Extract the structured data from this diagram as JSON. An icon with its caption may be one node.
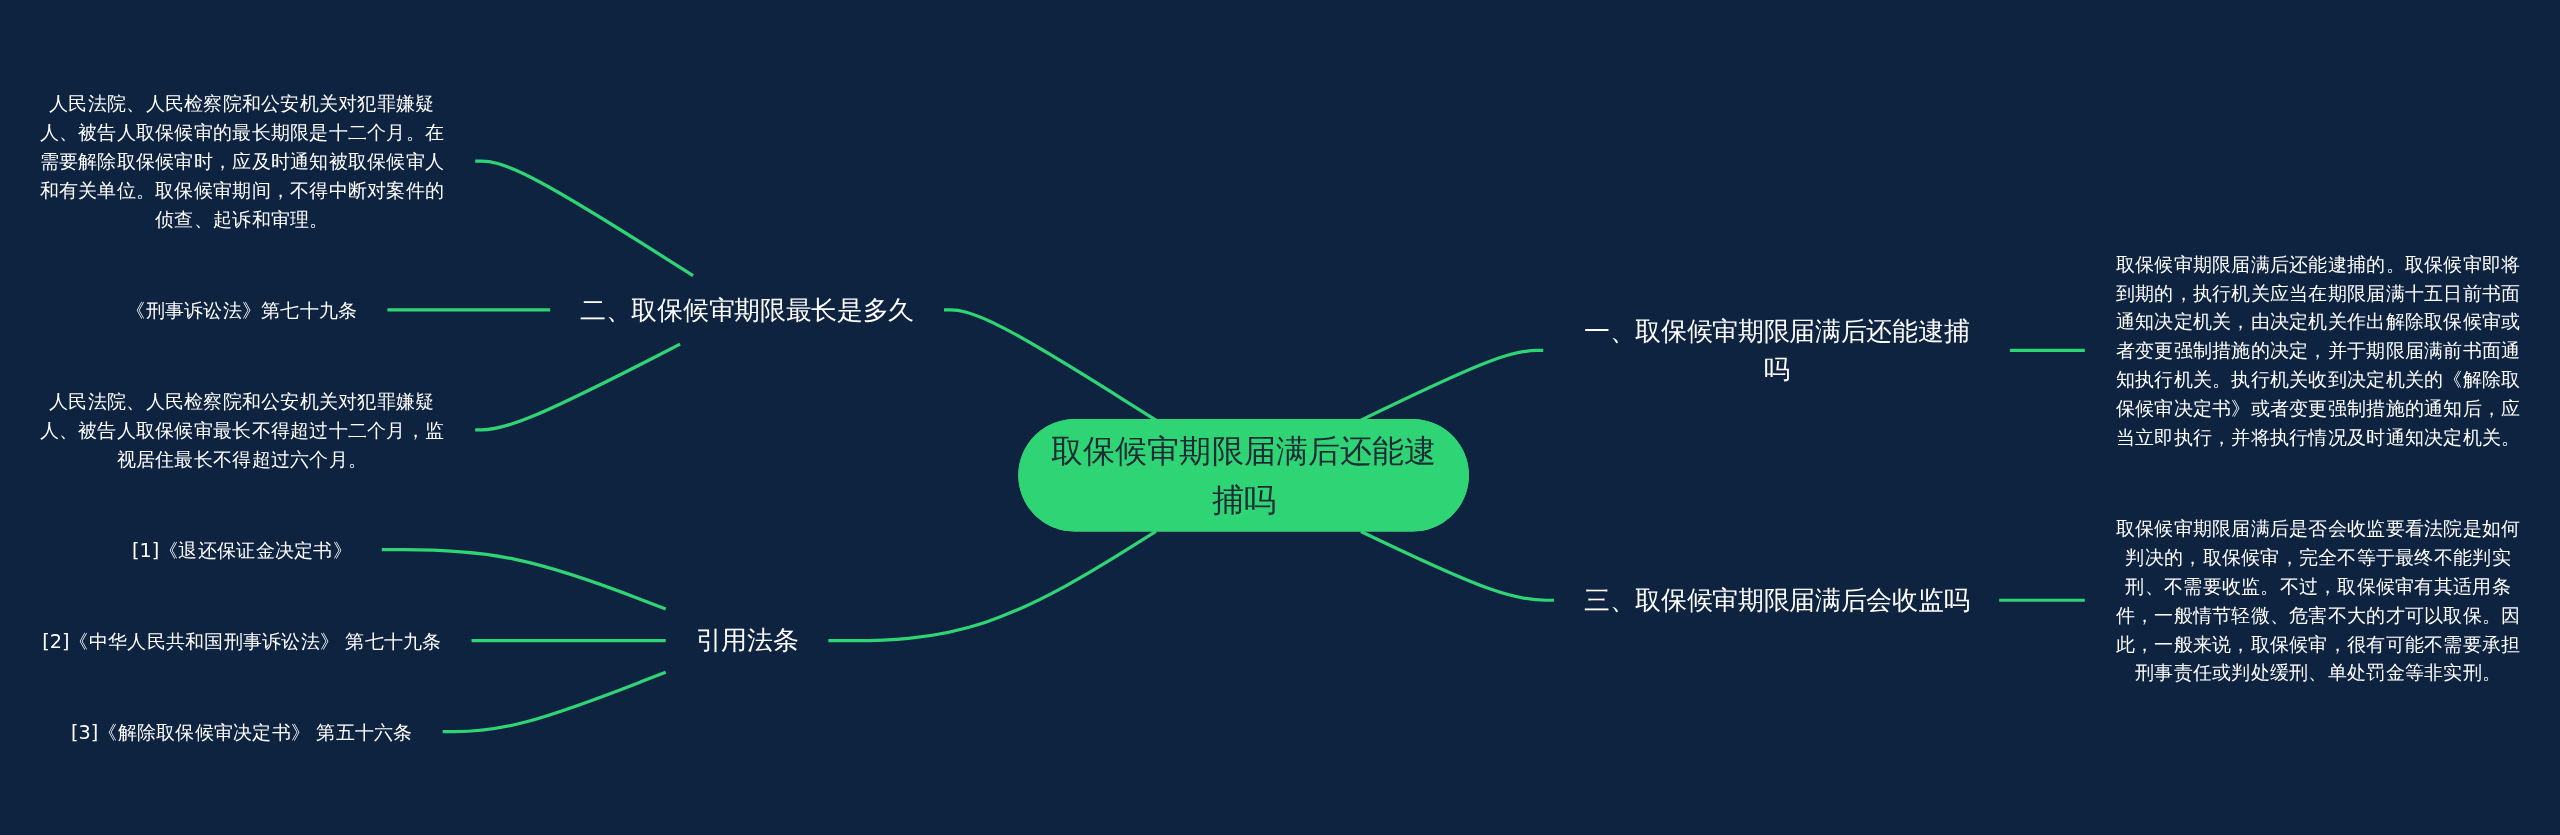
{
  "diagram": {
    "nodes": [
      {
        "text": [
          "取保候审期限届满后还能逮捕吗"
        ]
      },
      {
        "text": [
          "二、取保候审期限最长是多久"
        ]
      },
      {
        "text": [
          "人民法院、人民检察院和公安机关对犯罪嫌疑人、被告人取保候审的最长期限是十二个月。在需要解除取保候审时，应及时通知被取保候审人和有关单位。取保候审期间，不得中断对案件的侦查、起诉和审理。"
        ]
      },
      {
        "text": [
          "《刑事诉讼法》第七十九条"
        ]
      },
      {
        "text": [
          "人民法院、人民检察院和公安机关对犯罪嫌疑人、被告人取保候审最长不得超过十二个月，监视居住最长不得超过六个月。"
        ]
      },
      {
        "text": [
          "引用法条"
        ]
      },
      {
        "text": [
          "[1]《退还保证金决定书》"
        ]
      },
      {
        "text": [
          "[2]《中华人民共和国刑事诉讼法》 第七十九条"
        ]
      },
      {
        "text": [
          "[3]《解除取保候审决定书》 第五十六条"
        ]
      },
      {
        "text": [
          "一、取保候审期限届满后还能逮捕吗"
        ]
      },
      {
        "text": [
          "取保候审期限届满后还能逮捕的。取保候审即将到期的，执行机关应当在期限届满十五日前书面通知决定机关，由决定机关作出解除取保候审或者变更强制措施的决定，并于期限届满前书面通知执行机关。执行机关收到决定机关的《解除取保候审决定书》或者变更强制措施的通知后，应当立即执行，并将执行情况及时通知决定机关。"
        ]
      },
      {
        "text": [
          "三、取保候审期限届满后会收监吗"
        ]
      },
      {
        "text": [
          "取保候审期限届满后是否会收监要看法院是如何判决的，取保候审，完全不等于最终不能判实刑、不需要收监。不过，取保候审有其适用条件，一般情节轻微、危害不大的才可以取保。因此，一般来说，取保候审，很有可能不需要承担刑事责任或判处缓刑、单处罚金等非实刑。"
        ]
      }
    ],
    "edges": [
      {
        "from": 0,
        "to": 1,
        "arrow": "none"
      },
      {
        "from": 1,
        "to": 2,
        "arrow": "none"
      },
      {
        "from": 1,
        "to": 3,
        "arrow": "none"
      },
      {
        "from": 1,
        "to": 4,
        "arrow": "none"
      },
      {
        "from": 0,
        "to": 5,
        "arrow": "none"
      },
      {
        "from": 5,
        "to": 6,
        "arrow": "none"
      },
      {
        "from": 5,
        "to": 7,
        "arrow": "none"
      },
      {
        "from": 5,
        "to": 8,
        "arrow": "none"
      },
      {
        "from": 0,
        "to": 9,
        "arrow": "none"
      },
      {
        "from": 9,
        "to": 10,
        "arrow": "none"
      },
      {
        "from": 0,
        "to": 11,
        "arrow": "none"
      },
      {
        "from": 11,
        "to": 12,
        "arrow": "none"
      }
    ]
  }
}
